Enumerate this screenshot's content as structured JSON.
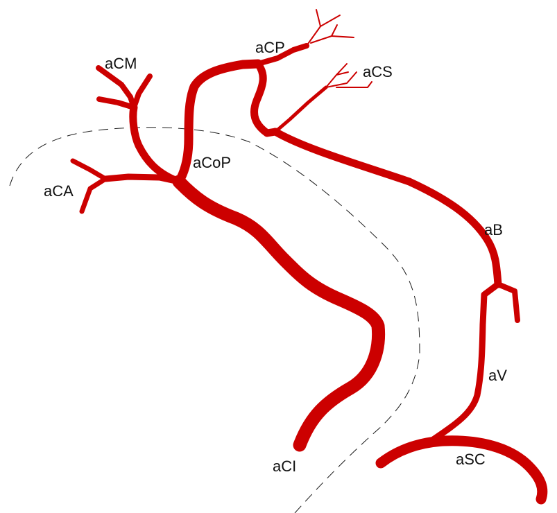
{
  "colors": {
    "artery": "#cc0000",
    "outline": "#1a1a1a",
    "label_text": "#111111",
    "background": "#ffffff"
  },
  "labels": {
    "aCM": "aCM",
    "aCP": "aCP",
    "aCS": "aCS",
    "aCoP": "aCoP",
    "aCA": "aCA",
    "aB": "aB",
    "aV": "aV",
    "aCI": "aCI",
    "aSC": "aSC"
  }
}
